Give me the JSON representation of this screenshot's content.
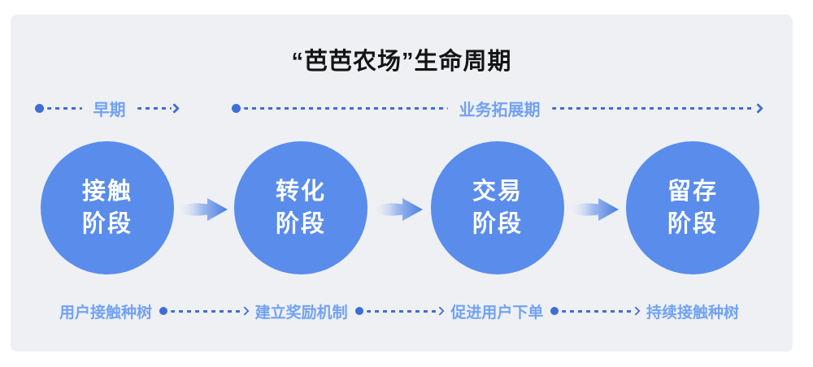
{
  "title": "“芭芭农场”生命周期",
  "phases": [
    {
      "label": "早期"
    },
    {
      "label": "业务拓展期"
    }
  ],
  "stages": [
    {
      "title_line1": "接触",
      "title_line2": "阶段",
      "action": "用户接触种树"
    },
    {
      "title_line1": "转化",
      "title_line2": "阶段",
      "action": "建立奖励机制"
    },
    {
      "title_line1": "交易",
      "title_line2": "阶段",
      "action": "促进用户下单"
    },
    {
      "title_line1": "留存",
      "title_line2": "阶段",
      "action": "持续接触种树"
    }
  ],
  "colors": {
    "panel_bg": "#EEF0F4",
    "circle": "#5A8CEB",
    "accent_dark": "#3E6ED5",
    "accent_light": "#72A2F4",
    "title_text": "#141414",
    "flow_arrow_head": "#4B7CE2",
    "flow_arrow_tail": "#E6EAF1"
  }
}
